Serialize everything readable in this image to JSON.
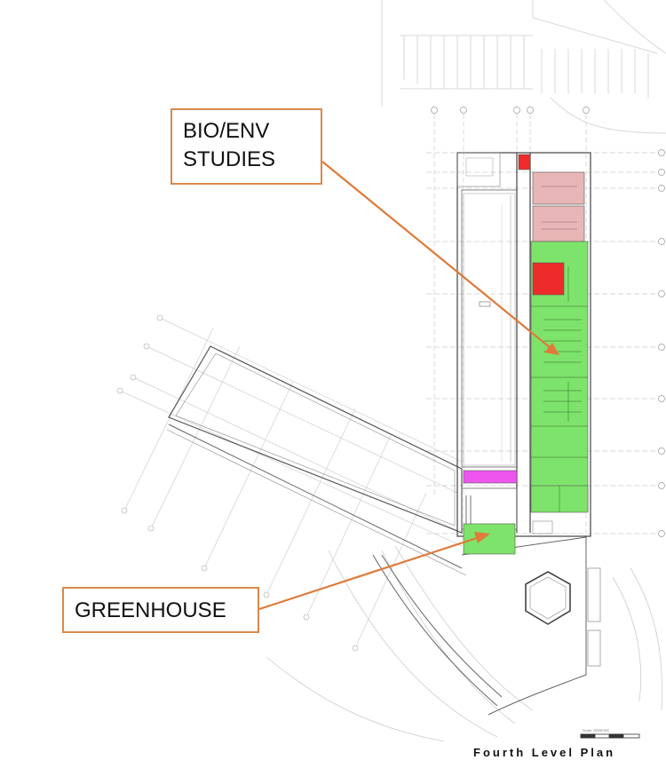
{
  "callouts": {
    "bio_env": {
      "line1": "BIO/ENV",
      "line2": "STUDIES"
    },
    "greenhouse": {
      "label": "GREENHOUSE"
    }
  },
  "plan": {
    "title": "Fourth Level Plan",
    "scale_label": "Scale: GRAPHIC"
  },
  "colors": {
    "callout_border": "#d9894a",
    "arrow": "#e07a3a",
    "lab_green": "#7ee36b",
    "lab_red": "#ee2b2b",
    "lab_pink": "#e8b6b6",
    "lab_magenta": "#ee55ee",
    "linework": "#444444",
    "grid": "#cccccc"
  }
}
